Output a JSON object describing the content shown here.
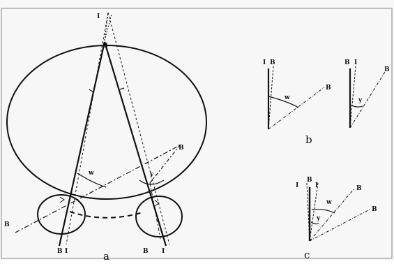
{
  "labels": {
    "I": "I",
    "B_top": "B",
    "B_right": "B",
    "B_left": "B",
    "w_main": "w",
    "y_main": "y",
    "bl_l": "B",
    "bl_r": "I",
    "br_l": "B",
    "br_r": "I",
    "b_Ie": "I",
    "b_Be": "B",
    "b_Be2": "B",
    "b_w": "w",
    "b_B": "B",
    "b_I": "I",
    "b_B2": "B",
    "b_y": "y",
    "c_I1": "I",
    "c_B": "B",
    "c_I2": "I",
    "c_B3": "B",
    "c_w": "w",
    "c_y": "y",
    "c_B4": "B",
    "panel_a": "a",
    "panel_b": "b",
    "panel_c": "c"
  },
  "colors": {
    "ink": "#111111",
    "background": "#f7f7f7",
    "frame": "#999999"
  }
}
